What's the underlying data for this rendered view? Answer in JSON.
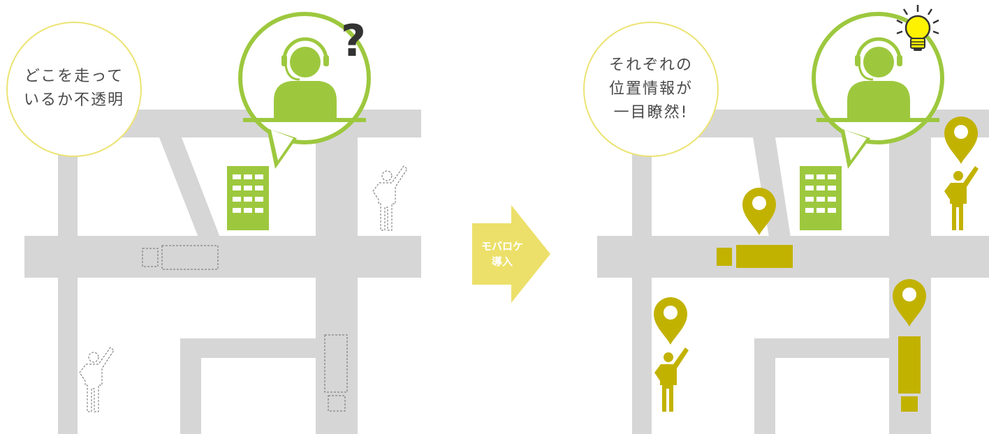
{
  "before": {
    "speech_text": [
      "どこを走って",
      "いるか不透明"
    ],
    "question_mark": "?"
  },
  "arrow": {
    "label": [
      "モバロケ",
      "導入"
    ]
  },
  "after": {
    "speech_text": [
      "それぞれの",
      "位置情報が",
      "一目瞭然!"
    ]
  },
  "colors": {
    "road": "#d6d6d7",
    "green": "#9dc83e",
    "olive": "#c2b200",
    "arrow": "#ece06a",
    "bubble_border": "#ece373",
    "bulb": "#fff200",
    "dashed": "#6f6f6f"
  },
  "icons": {
    "operator": "operator-headset-icon",
    "building": "office-building-icon",
    "pin": "location-pin-icon",
    "person": "person-waving-icon",
    "truck": "truck-icon",
    "bulb": "light-bulb-icon",
    "question": "question-mark-icon"
  }
}
